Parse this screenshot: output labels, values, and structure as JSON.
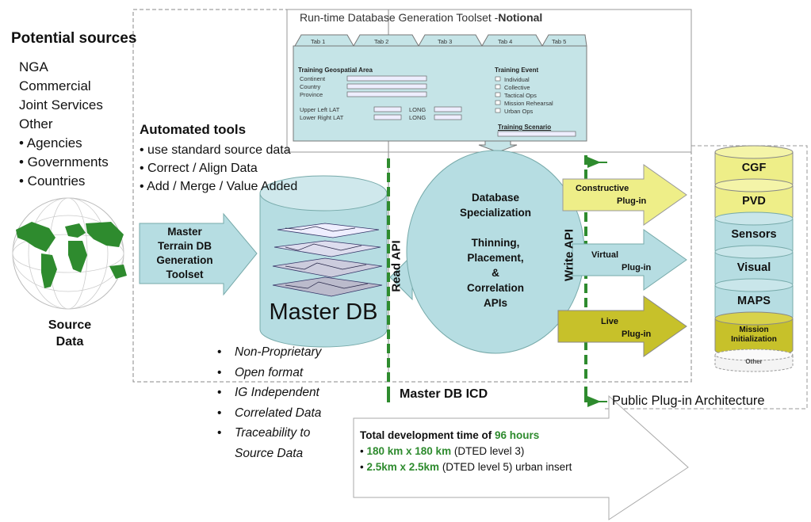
{
  "toolset_title": "Run-time Database Generation Toolset -",
  "toolset_title_bold": "Notional",
  "potential_sources": {
    "title": "Potential sources",
    "items": [
      "NGA",
      "Commercial",
      "Joint Services",
      "Other",
      "• Agencies",
      "• Governments",
      "• Countries"
    ]
  },
  "source_data": [
    "Source",
    "Data"
  ],
  "automated_tools": {
    "title": "Automated tools",
    "items": [
      "• use standard source data",
      "• Correct / Align Data",
      "• Add / Merge / Value Added"
    ]
  },
  "generation_toolset": [
    "Master",
    "Terrain DB",
    "Generation",
    "Toolset"
  ],
  "master_db": "Master DB",
  "read_api": "Read API",
  "write_api": "Write API",
  "specialization": [
    "Database",
    "Specialization",
    "",
    "Thinning,",
    "Placement,",
    "&",
    "Correlation",
    "APIs"
  ],
  "master_db_icd": "Master DB ICD",
  "public_plugin": "Public Plug-in Architecture",
  "properties": [
    "Non-Proprietary",
    "Open format",
    "IG Independent",
    "Correlated Data",
    "Traceability to",
    "Source Data"
  ],
  "plugins": {
    "constructive": [
      "Constructive",
      "Plug-in"
    ],
    "virtual": [
      "Virtual",
      "Plug-in"
    ],
    "live": [
      "Live",
      "Plug-in"
    ]
  },
  "stack": [
    "CGF",
    "PVD",
    "Sensors",
    "Visual",
    "MAPS",
    "Mission Initialization",
    "Other"
  ],
  "development": {
    "prefix": "Total development time of",
    "hours": "96 hours",
    "line1_bold": "180 km x 180 km",
    "line1_rest": " (DTED level 3)",
    "line2_bold": "2.5km x 2.5km",
    "line2_rest": " (DTED level 5) urban insert"
  },
  "form": {
    "tabs": [
      "Tab 1",
      "Tab 2",
      "Tab 3",
      "Tab 4",
      "Tab 5"
    ],
    "area_title": "Training Geospatial Area",
    "fields": [
      "Continent",
      "Country",
      "Province"
    ],
    "upper_left": "Upper Left LAT",
    "lower_right": "Lower Right LAT",
    "long": "LONG",
    "event_title": "Training Event",
    "events": [
      "Individual",
      "Collective",
      "Tactical Ops",
      "Mission Rehearsal",
      "Urban Ops"
    ],
    "scenario": "Training Scenario"
  },
  "colors": {
    "light_blue": "#b6dde2",
    "yellow": "#eeee88",
    "olive": "#c7c12a",
    "green": "#2e8b2e"
  }
}
